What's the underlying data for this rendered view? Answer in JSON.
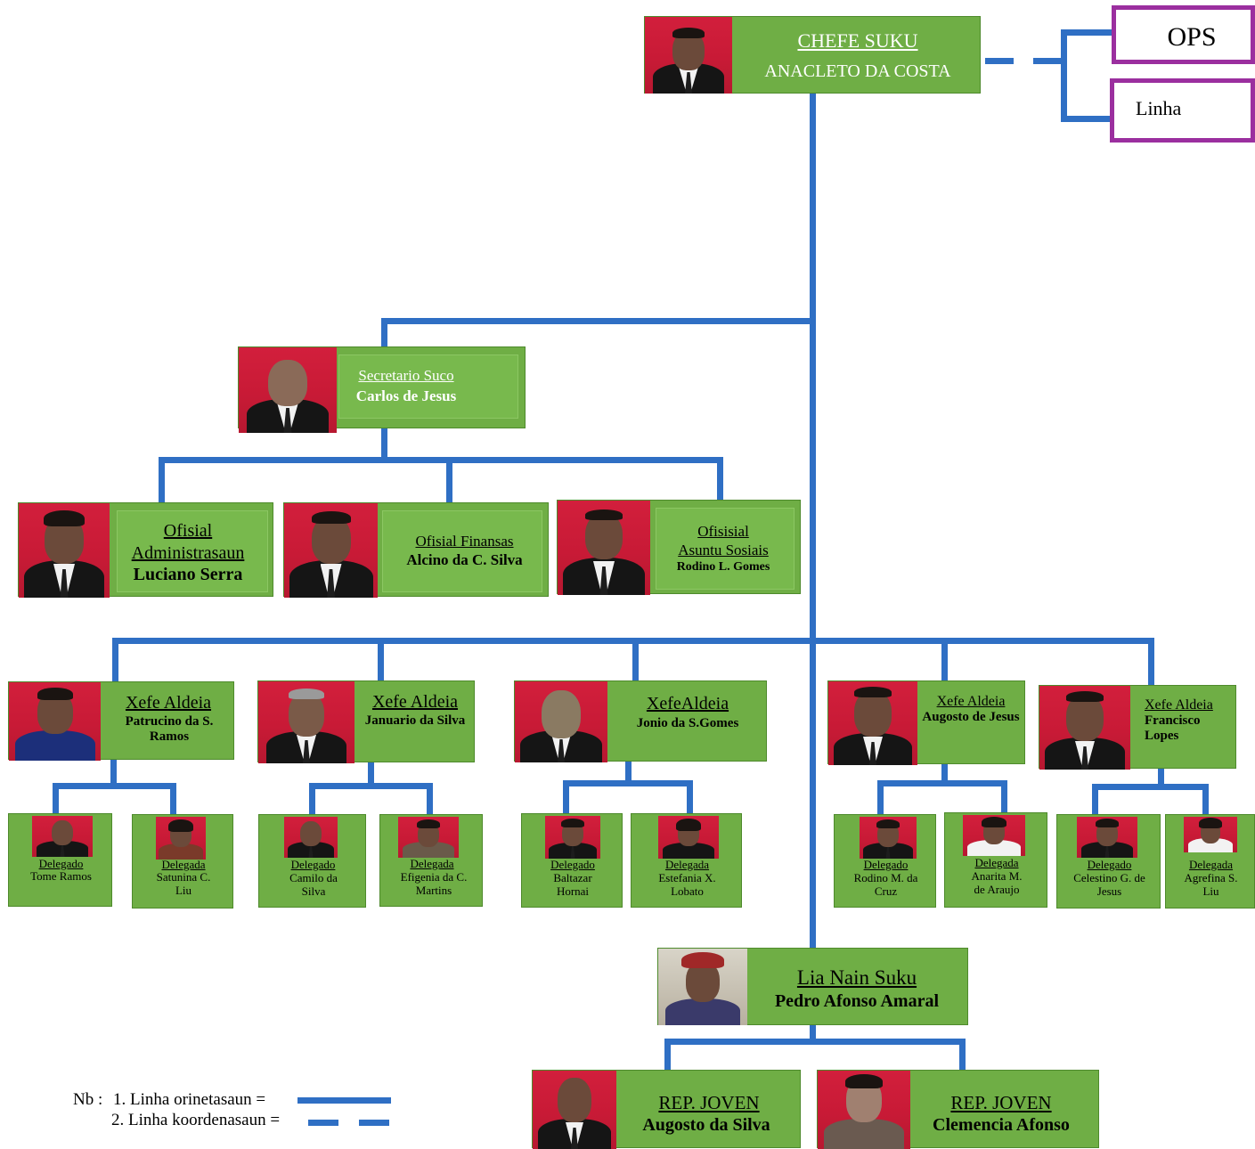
{
  "chief": {
    "title": "CHEFE SUKU",
    "name": "ANACLETO DA COSTA"
  },
  "side_boxes": {
    "ops": "OPS",
    "linha": "Linha"
  },
  "secretary": {
    "title": "Secretario Suco",
    "name": "Carlos de Jesus"
  },
  "officials": [
    {
      "title_a": "Ofisial",
      "title_b": "Administrasaun",
      "name": "Luciano Serra"
    },
    {
      "title_a": "Ofisial Finansas",
      "title_b": "",
      "name": "Alcino da C. Silva"
    },
    {
      "title_a": "Ofisisial",
      "title_b": "Asuntu Sosiais",
      "name": "Rodino L. Gomes"
    }
  ],
  "aldeias": [
    {
      "title": "Xefe Aldeia",
      "name": "Patrucino da S. Ramos"
    },
    {
      "title": "Xefe Aldeia",
      "name": "Januario da Silva"
    },
    {
      "title": "XefeAldeia",
      "name": "Jonio da S.Gomes"
    },
    {
      "title": "Xefe Aldeia",
      "name": "Augosto de Jesus"
    },
    {
      "title": "Xefe Aldeia",
      "name": "Francisco Lopes"
    }
  ],
  "delegates": [
    {
      "title": "Delegado",
      "name": "Tome Ramos"
    },
    {
      "title": "Delegada",
      "name": "Satunina C. Liu"
    },
    {
      "title": "Delegado",
      "name": "Camilo da Silva"
    },
    {
      "title": "Delegada",
      "name": "Efigenia da C. Martins"
    },
    {
      "title": "Delegado",
      "name": "Baltazar Hornai"
    },
    {
      "title": "Delegada",
      "name": "Estefania X. Lobato"
    },
    {
      "title": "Delegado",
      "name": "Rodino M. da Cruz"
    },
    {
      "title": "Delegada",
      "name": "Anarita M. de Araujo"
    },
    {
      "title": "Delegado",
      "name": "Celestino G. de Jesus"
    },
    {
      "title": "Delegada",
      "name": "Agrefina S. Liu"
    }
  ],
  "lia_nain": {
    "title": "Lia Nain Suku",
    "name": "Pedro Afonso Amaral"
  },
  "youth": [
    {
      "title": "REP. JOVEN",
      "name": "Augosto da Silva"
    },
    {
      "title": "REP. JOVEN",
      "name": "Clemencia Afonso"
    }
  ],
  "note": {
    "prefix": "Nb :",
    "item1": "1. Linha orinetasaun =",
    "item2": "2. Linha koordenasaun ="
  },
  "colors": {
    "line": "#2f6fc4",
    "card": "#6fae45",
    "photo_bg": "#d21f3c",
    "ops_border": "#9b2f9f"
  }
}
